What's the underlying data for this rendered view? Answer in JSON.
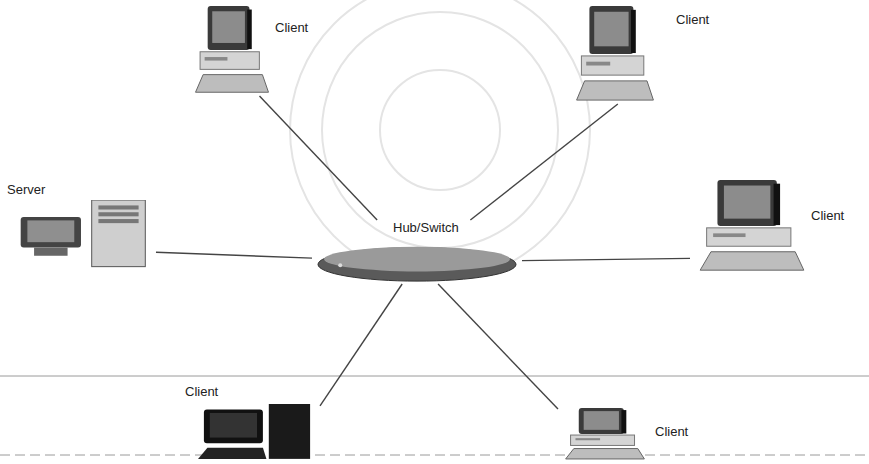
{
  "diagram": {
    "nodes": [
      {
        "text": [
          "Client"
        ]
      },
      {
        "text": [
          "Client"
        ]
      },
      {
        "text": [
          "Server"
        ]
      },
      {
        "text": [
          "Hub/Switch"
        ]
      },
      {
        "text": [
          "Client"
        ]
      },
      {
        "text": [
          "Client"
        ]
      },
      {
        "text": [
          "Client"
        ]
      }
    ],
    "edges": [
      {
        "from": 3,
        "to": 0,
        "arrow": "none"
      },
      {
        "from": 3,
        "to": 1,
        "arrow": "none"
      },
      {
        "from": 2,
        "to": 3,
        "arrow": "none"
      },
      {
        "from": 3,
        "to": 4,
        "arrow": "none"
      },
      {
        "from": 3,
        "to": 5,
        "arrow": "none"
      },
      {
        "from": 3,
        "to": 6,
        "arrow": "none"
      }
    ]
  }
}
